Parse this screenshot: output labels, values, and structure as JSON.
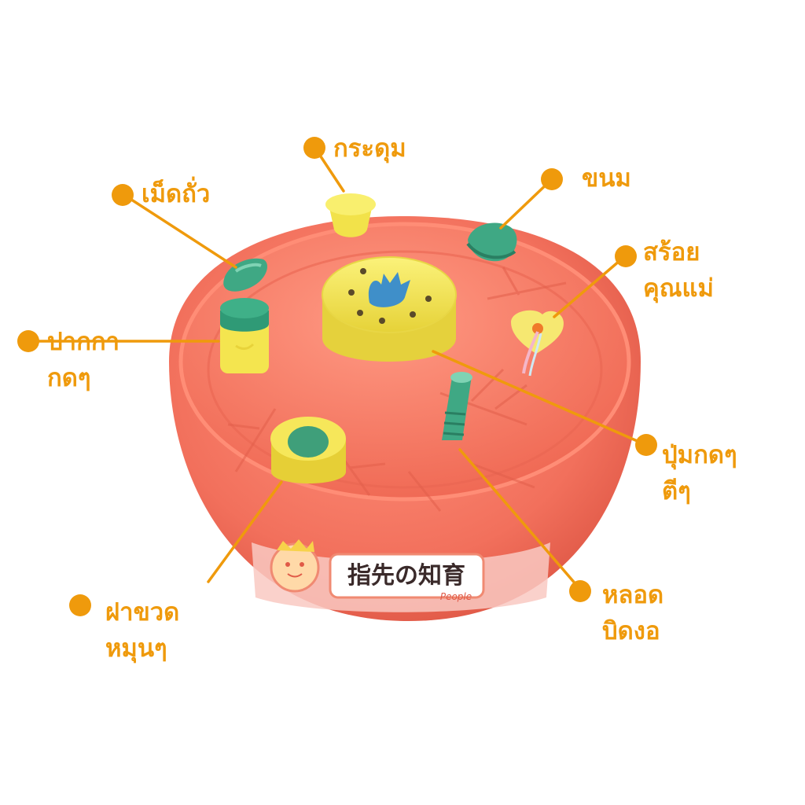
{
  "product_logo_text": "指先の知育",
  "product_brand_text": "People",
  "labels": {
    "button": "กระดุม",
    "bean": "เม็ดถั่ว",
    "snack": "ขนม",
    "necklace": [
      "สร้อย",
      "คุณแม่"
    ],
    "pen": [
      "ปากกา",
      "กดๆ"
    ],
    "press_button": [
      "ปุ่มกดๆ",
      "ตีๆ"
    ],
    "twist_cap": [
      "ฝาขวด",
      "หมุนๆ"
    ],
    "bend_straw": [
      "หลอด",
      "บิดงอ"
    ]
  },
  "colors": {
    "accent": "#ef9a0c",
    "toy_body": "#f0705e",
    "toy_yellow": "#f7ea55",
    "toy_green": "#3fa884",
    "toy_blue": "#3f8fc9"
  }
}
